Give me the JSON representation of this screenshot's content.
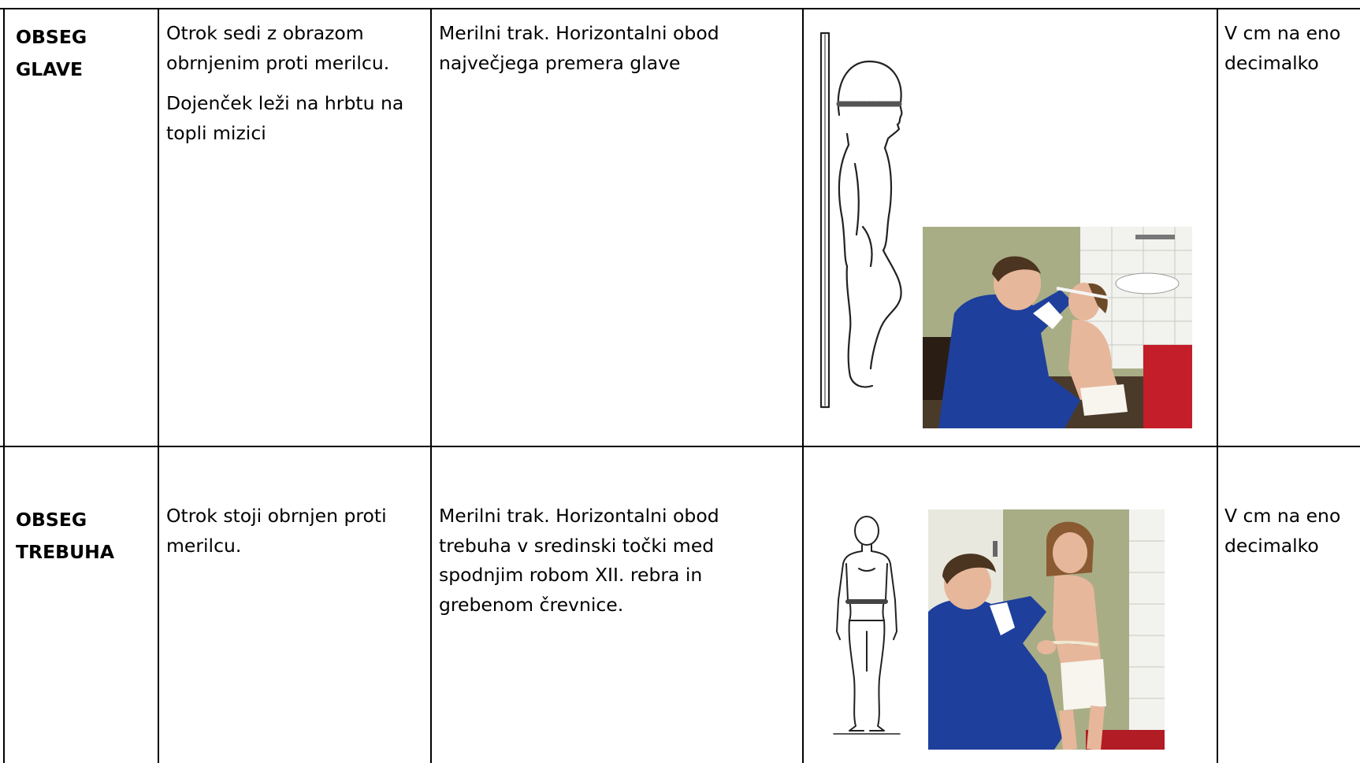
{
  "rows": [
    {
      "label_line1": "OBSEG",
      "label_line2": "GLAVE",
      "position_paragraphs": [
        "Otrok sedi z obrazom obrnjenim proti merilcu.",
        "Dojenček leži na hrbtu na topli mizici"
      ],
      "method": "Merilni trak. Horizontalni obod največjega premera glave",
      "unit": "V cm na eno decimalko"
    },
    {
      "label_line1": "OBSEG",
      "label_line2": "TREBUHA",
      "position_paragraphs": [
        "Otrok stoji obrnjen proti merilcu."
      ],
      "method": "Merilni trak. Horizontalni obod trebuha v sredinski točki med spodnjim robom XII. rebra in grebenom črevnice.",
      "unit": "V cm na eno decimalko"
    }
  ],
  "colors": {
    "border": "#000000",
    "nurse_coat": "#1e3f9c",
    "wall_green": "#a8ad86",
    "tile_white": "#f2f2ee",
    "skin": "#e7b79b",
    "floor_red": "#b21c25"
  }
}
